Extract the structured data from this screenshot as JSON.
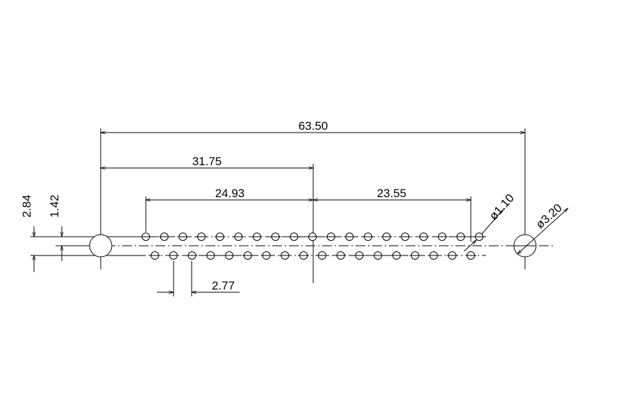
{
  "drawing": {
    "colors": {
      "line": "#000000",
      "background": "#ffffff"
    },
    "dimensions": {
      "overall_length": "63.50",
      "half_length": "31.75",
      "left_span": "24.93",
      "right_span": "23.55",
      "row_offset": "2.84",
      "half_row_offset": "1.42",
      "pitch": "2.77",
      "small_hole_dia": "ø1.10",
      "large_hole_dia": "ø3.20"
    },
    "pins": {
      "upper_row_count": 19,
      "lower_row_count": 18
    }
  }
}
